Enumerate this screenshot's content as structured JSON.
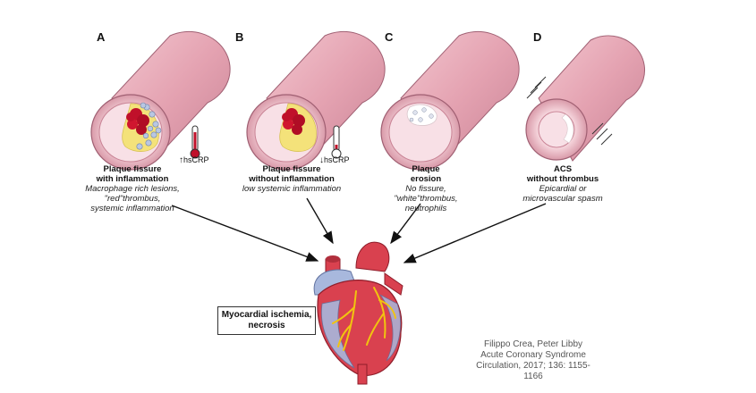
{
  "panels": [
    {
      "letter": "A",
      "title_line1": "Plaque fissure",
      "title_line2": "with inflammation",
      "desc_lines": [
        "Macrophage rich lesions,",
        "\"red\"thrombus,",
        "systemic inflammation"
      ],
      "hscrp": {
        "arrow": "↑",
        "label": "hsCRP"
      }
    },
    {
      "letter": "B",
      "title_line1": "Plaque fissure",
      "title_line2": "without inflammation",
      "desc_lines": [
        "low systemic inflammation"
      ],
      "hscrp": {
        "arrow": "↓",
        "label": "hsCRP"
      }
    },
    {
      "letter": "C",
      "title_line1": "Plaque",
      "title_line2": "erosion",
      "desc_lines": [
        "No fissure,",
        "\"white\"thrombus,",
        "neutrophils"
      ]
    },
    {
      "letter": "D",
      "title_line1": "ACS",
      "title_line2": "without thrombus",
      "desc_lines": [
        "Epicardial or",
        "microvascular spasm"
      ]
    }
  ],
  "outcome": {
    "line1": "Myocardial ischemia,",
    "line2": "necrosis"
  },
  "citation": {
    "line1": "Filippo Crea, Peter Libby",
    "line2": "Acute Coronary Syndrome",
    "line3": "Circulation, 2017; 136: 1155-1166"
  },
  "colors": {
    "vessel_outer": "#e6a9b6",
    "vessel_shade": "#c97f91",
    "vessel_lumen": "#f7dde3",
    "plaque": "#f4e27a",
    "thrombus_red": "#c0102a",
    "thermometer_red": "#c0102a",
    "heart_red": "#d9414f",
    "heart_blue": "#a8b8dd",
    "coronary": "#f1c40f"
  }
}
